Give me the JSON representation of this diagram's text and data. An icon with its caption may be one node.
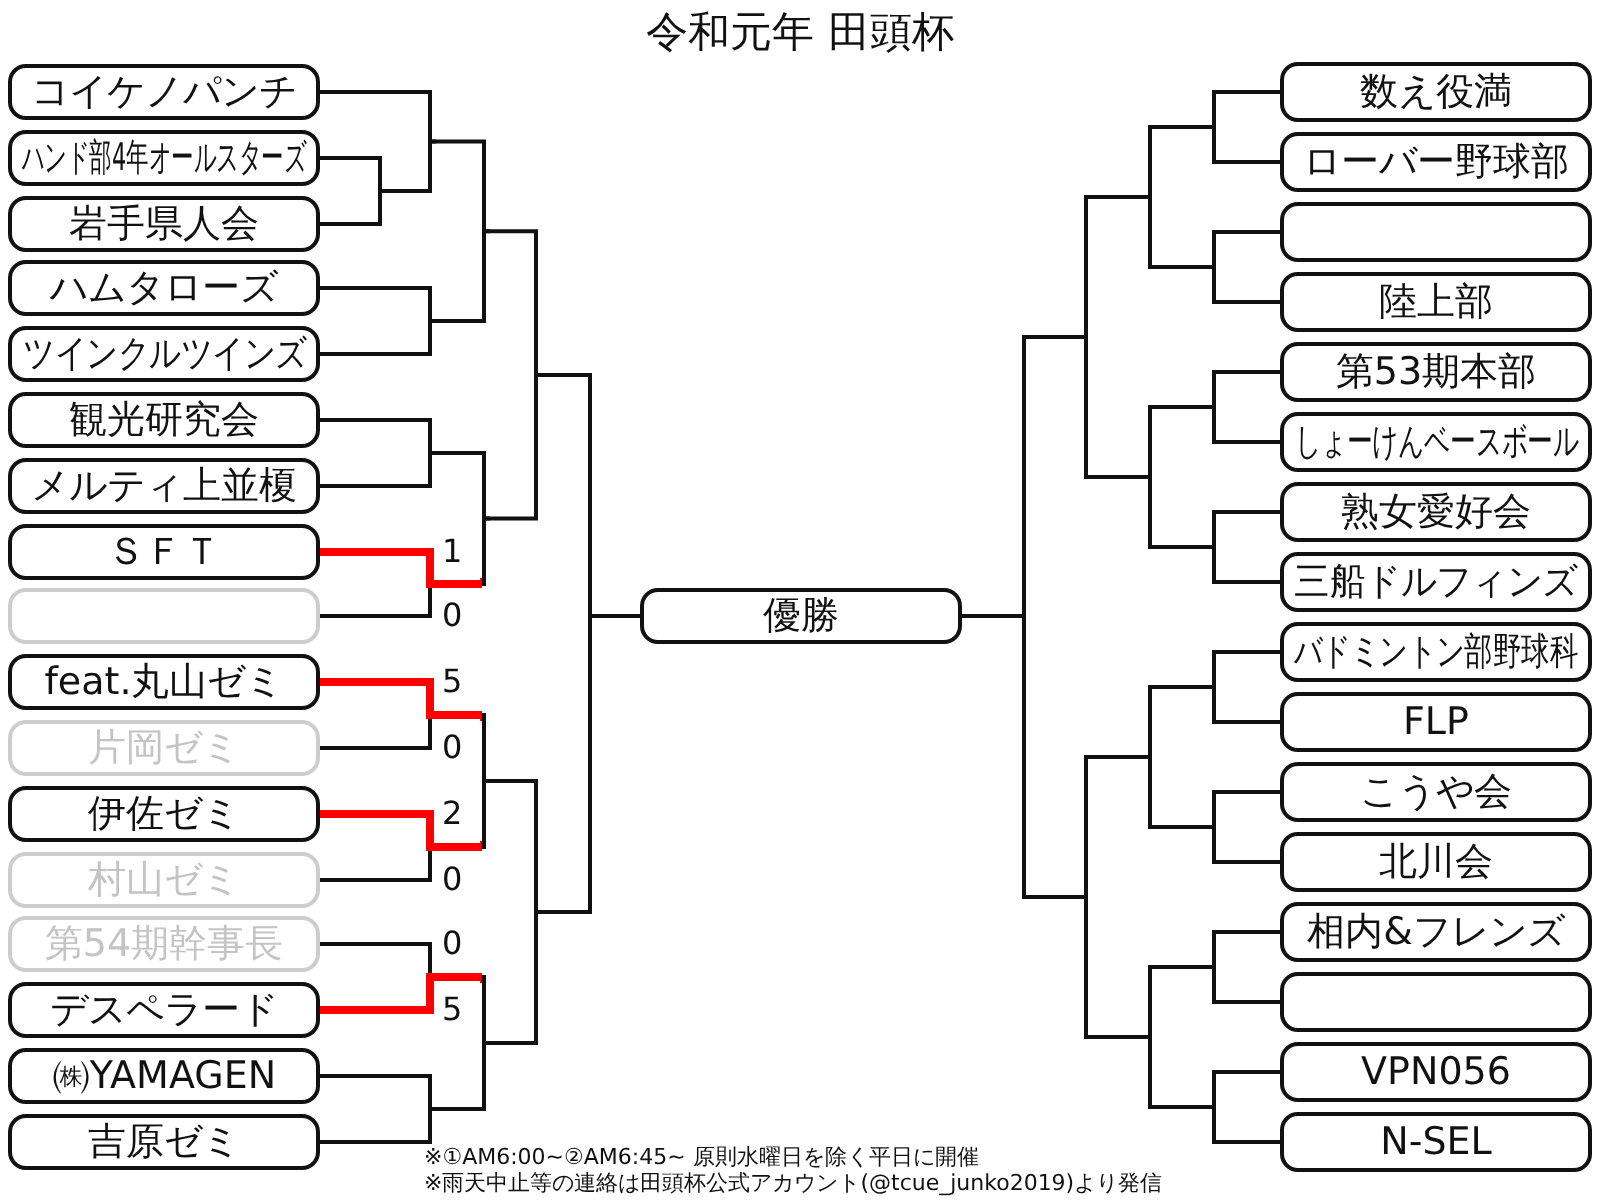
{
  "diagram": {
    "title": "令和元年 田頭杯",
    "nodes": [
      {
        "text": [
          "コイケノパンチ"
        ]
      },
      {
        "text": [
          "ハンド部4年オールスターズ"
        ]
      },
      {
        "text": [
          "岩手県人会"
        ]
      },
      {
        "text": [
          "ハムタローズ"
        ]
      },
      {
        "text": [
          "ツインクルツインズ"
        ]
      },
      {
        "text": [
          "観光研究会"
        ]
      },
      {
        "text": [
          "メルティ上並榎"
        ]
      },
      {
        "text": [
          "ＳＦＴ"
        ]
      },
      {
        "text": [],
        "shape": "box"
      },
      {
        "text": [
          "feat.丸山ゼミ"
        ]
      },
      {
        "text": [
          "片岡ゼミ"
        ]
      },
      {
        "text": [
          "伊佐ゼミ"
        ]
      },
      {
        "text": [
          "村山ゼミ"
        ]
      },
      {
        "text": [
          "第54期幹事長"
        ]
      },
      {
        "text": [
          "デスペラード"
        ]
      },
      {
        "text": [
          "㈱YAMAGEN"
        ]
      },
      {
        "text": [
          "吉原ゼミ"
        ]
      },
      {
        "text": [
          "優勝"
        ]
      },
      {
        "text": [
          "数え役満"
        ]
      },
      {
        "text": [
          "ローバー野球部"
        ]
      },
      {
        "text": [],
        "shape": "box"
      },
      {
        "text": [
          "陸上部"
        ]
      },
      {
        "text": [
          "第53期本部"
        ]
      },
      {
        "text": [
          "しょーけんベースボール"
        ]
      },
      {
        "text": [
          "熟女愛好会"
        ]
      },
      {
        "text": [
          "三船ドルフィンズ"
        ]
      },
      {
        "text": [
          "バドミントン部野球科"
        ]
      },
      {
        "text": [
          "FLP"
        ]
      },
      {
        "text": [
          "こうや会"
        ]
      },
      {
        "text": [
          "北川会"
        ]
      },
      {
        "text": [
          "相内&フレンズ"
        ]
      },
      {
        "text": [],
        "shape": "box"
      },
      {
        "text": [
          "VPN056"
        ]
      },
      {
        "text": [
          "N-SEL"
        ]
      }
    ],
    "edges": [
      {
        "from": 0,
        "to": 17,
        "arrow": "none"
      },
      {
        "from": 1,
        "to": 17,
        "arrow": "none"
      },
      {
        "from": 2,
        "to": 17,
        "arrow": "none"
      },
      {
        "from": 3,
        "to": 17,
        "arrow": "none"
      },
      {
        "from": 4,
        "to": 17,
        "arrow": "none"
      },
      {
        "from": 5,
        "to": 17,
        "arrow": "none"
      },
      {
        "from": 6,
        "to": 17,
        "arrow": "none"
      },
      {
        "from": 7,
        "to": 17,
        "arrow": "none",
        "label": "1",
        "style": "thick",
        "color": "#ff0000"
      },
      {
        "from": 8,
        "to": 17,
        "arrow": "none",
        "label": "0"
      },
      {
        "from": 9,
        "to": 17,
        "arrow": "none",
        "label": "5",
        "style": "thick",
        "color": "#ff0000"
      },
      {
        "from": 10,
        "to": 17,
        "arrow": "none",
        "label": "0"
      },
      {
        "from": 11,
        "to": 17,
        "arrow": "none",
        "label": "2",
        "style": "thick",
        "color": "#ff0000"
      },
      {
        "from": 12,
        "to": 17,
        "arrow": "none",
        "label": "0"
      },
      {
        "from": 13,
        "to": 17,
        "arrow": "none",
        "label": "0"
      },
      {
        "from": 14,
        "to": 17,
        "arrow": "none",
        "label": "5",
        "style": "thick",
        "color": "#ff0000"
      },
      {
        "from": 15,
        "to": 17,
        "arrow": "none"
      },
      {
        "from": 16,
        "to": 17,
        "arrow": "none"
      },
      {
        "from": 18,
        "to": 17,
        "arrow": "none"
      },
      {
        "from": 19,
        "to": 17,
        "arrow": "none"
      },
      {
        "from": 20,
        "to": 17,
        "arrow": "none"
      },
      {
        "from": 21,
        "to": 17,
        "arrow": "none"
      },
      {
        "from": 22,
        "to": 17,
        "arrow": "none"
      },
      {
        "from": 23,
        "to": 17,
        "arrow": "none"
      },
      {
        "from": 24,
        "to": 17,
        "arrow": "none"
      },
      {
        "from": 25,
        "to": 17,
        "arrow": "none"
      },
      {
        "from": 26,
        "to": 17,
        "arrow": "none"
      },
      {
        "from": 27,
        "to": 17,
        "arrow": "none"
      },
      {
        "from": 28,
        "to": 17,
        "arrow": "none"
      },
      {
        "from": 29,
        "to": 17,
        "arrow": "none"
      },
      {
        "from": 30,
        "to": 17,
        "arrow": "none"
      },
      {
        "from": 31,
        "to": 17,
        "arrow": "none"
      },
      {
        "from": 32,
        "to": 17,
        "arrow": "none"
      },
      {
        "from": 33,
        "to": 17,
        "arrow": "none"
      }
    ],
    "labels": [
      "※①AM6:00~②AM6:45~ 原則水曜日を除く平日に開催",
      "※雨天中止等の連絡は田頭杯公式アカウント(@tcue_junko2019)より発信"
    ]
  }
}
